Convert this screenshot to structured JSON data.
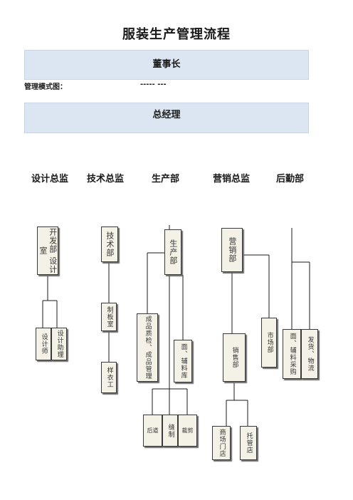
{
  "title": "服装生产管理流程",
  "bands": {
    "top": "董事长",
    "second": "总经理"
  },
  "mode_label": "管理模式图：",
  "mode_dashes": "----- ---",
  "departments": [
    "设计总监",
    "技术总监",
    "生产部",
    "营销总监",
    "后勤部"
  ],
  "org": {
    "dev_design": "开发部 设计室",
    "designer": "设计师",
    "design_assistant": "设计助理",
    "tech_dept": "技术部",
    "pattern_room": "制板室",
    "sample_maker": "样衣工",
    "production_dept": "生产部",
    "qc_finished": "成品质检、成品管理",
    "accessory_store": "面、辅料库",
    "finishing": "后道",
    "sewing": "缝制",
    "cutting": "裁剪",
    "marketing_dept": "营销部",
    "market_dept": "市场部",
    "sales_dept": "销售部",
    "mall_store": "商场门店",
    "consignment": "托管店",
    "purchasing": "面、辅料采购",
    "shipping": "发货、物流"
  }
}
